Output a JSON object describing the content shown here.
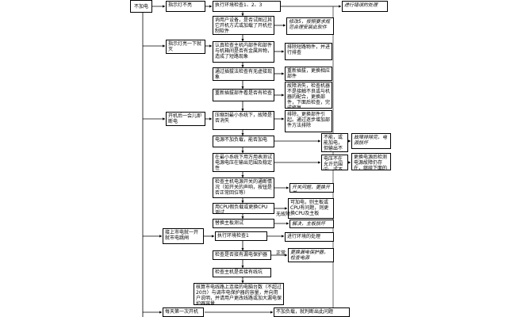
{
  "root": "不加电",
  "branches": {
    "b1": "指示灯不亮",
    "b2": "指示灯亮一下就灭",
    "b3": "开机后一会儿即断电",
    "b4": "接上市电就一开就市电跳闸",
    "b5": "每天第一次开机"
  },
  "steps": {
    "s1": "执行环境检查1、2、3",
    "s2": "询用户设备，是否试图过其它开机方式或加载了开机控制软件",
    "s3": "认真检查主机内部件和部件与机箱间是否有金属异物，造成了短路现象",
    "s4": "通过插拔法检查有无虚接现象",
    "s5": "重新插拔部件看是否有检查",
    "s6": "压缩到最小系统下，故障是否消失",
    "s7": "电源不加负载，能否加电",
    "s8": "在最小系统下用万用表测试电源电压在输出范围及稳定性",
    "s9": "检查主机电源开关的通断情况（如开关的声响，按钮是否正常回位等）",
    "s10": "用CPU假负载或更换CPU测试",
    "s11": "替换主板测试",
    "s12": "执行环境检查1",
    "s13": "检查是否接有漏电保护器",
    "s14": "检查主机是否接有线坑",
    "s15": "核算市电线路上连接的电脑台数（不超过20台）与调市电保护器的容量，并向用户说明，并请用户更改线路或加大漏电保护器容量"
  },
  "results": {
    "r1": "进行错误的处理",
    "r2": "修改5，按照要求规范合理安装此软件",
    "r3": "排除短路物件，并进行排查",
    "r4": "重新插拔，更换相应部件",
    "r5": "故障消失，检查机器不是接触不良或与机器的配合，更换部件，下面后检查，完成修复",
    "r6": "排除，更换部件引起。通过逐步增加部件方法排除",
    "r7": "不能，或能加电，但输出不稳定，则更换电源解决",
    "r8": "电压不在允许范围内，或不稳定，电源损坏",
    "r9": "开关问题，更换开关",
    "r10": "可加电，则主板或CPU有问题，则更换CPU及主板",
    "r11": "解决，主板损坏",
    "r12": "进行环境的处理",
    "r13": "更换漏电保护器，检查电源",
    "r14": "不加负载，就判断出此问题"
  },
  "notes": {
    "n1": "故障排除完，电源损坏",
    "n2": "更换电源后检测电源故障仍存在，继续下面的检查"
  },
  "edge_labels": {
    "e1": "正常",
    "e2": "无故障"
  }
}
